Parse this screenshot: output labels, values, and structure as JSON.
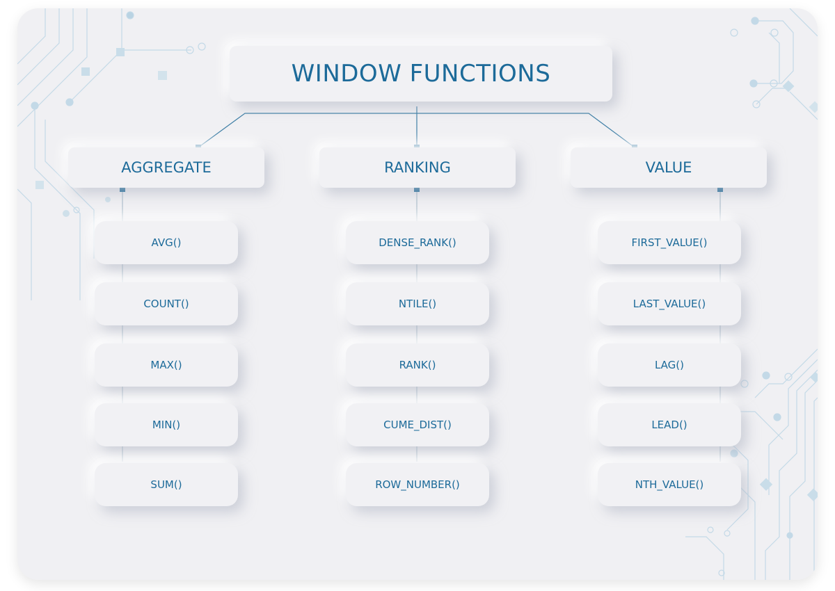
{
  "title": "WINDOW FUNCTIONS",
  "categories": [
    {
      "label": "AGGREGATE",
      "functions": [
        "AVG()",
        "COUNT()",
        "MAX()",
        "MIN()",
        "SUM()"
      ]
    },
    {
      "label": "RANKING",
      "functions": [
        "DENSE_RANK()",
        "NTILE()",
        "RANK()",
        "CUME_DIST()",
        "ROW_NUMBER()"
      ]
    },
    {
      "label": "VALUE",
      "functions": [
        "FIRST_VALUE()",
        "LAST_VALUE()",
        "LAG()",
        "LEAD()",
        "NTH_VALUE()"
      ]
    }
  ],
  "colors": {
    "text": "#1c6a99",
    "connector": "#1f6f9c",
    "background": "#f0f0f3",
    "decoration": "#b9d3e3"
  }
}
